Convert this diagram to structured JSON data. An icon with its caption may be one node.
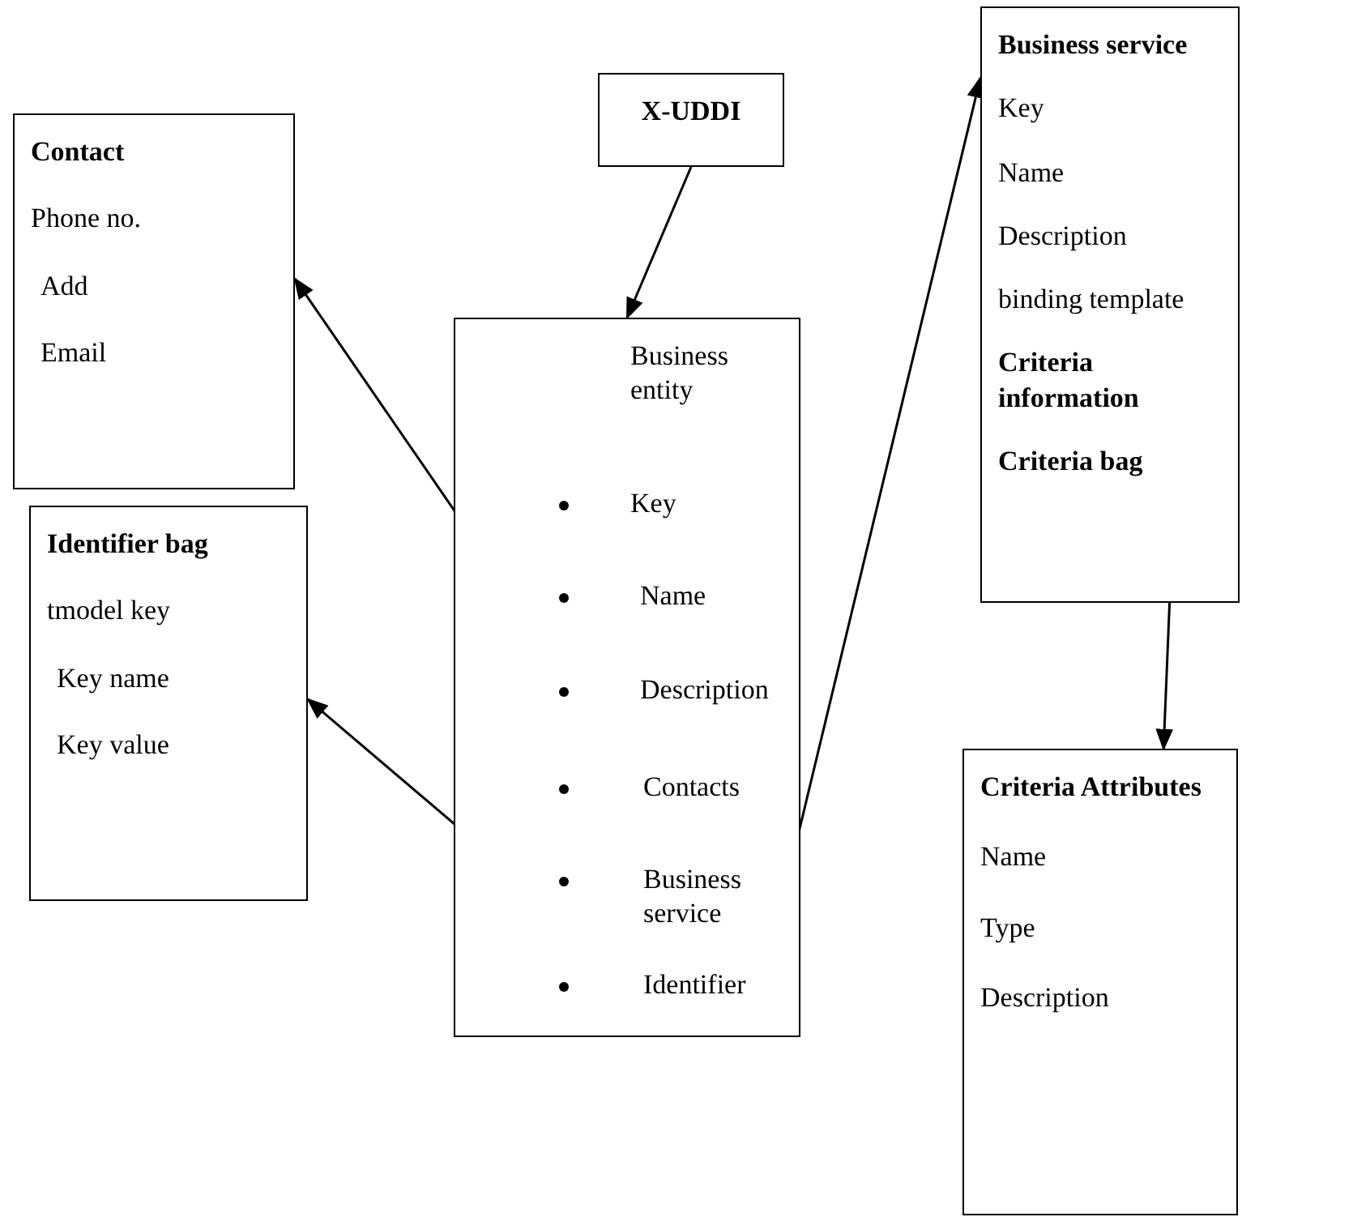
{
  "diagram": {
    "nodes": [
      {
        "text": [
          "Contact",
          "Phone no.",
          "Add",
          "Email"
        ]
      },
      {
        "text": [
          "X-UDDI"
        ]
      },
      {
        "text": [
          "Business service",
          "Key",
          "Name",
          "Description",
          "binding template",
          "Criteria information",
          "Criteria bag"
        ]
      },
      {
        "text": [
          "Business entity",
          "Key",
          "Name",
          "Description"
        ]
      },
      {
        "text": [
          "Contacts"
        ],
        "in": 3
      },
      {
        "text": [
          "Business service"
        ],
        "in": 3
      },
      {
        "text": [
          "Identifier"
        ],
        "in": 3
      },
      {
        "text": [
          "Identifier bag",
          "tmodel key",
          "Key name",
          "Key value"
        ]
      },
      {
        "text": [
          "Criteria Attributes",
          "Name",
          "Type",
          "Description"
        ]
      }
    ],
    "edges": [
      {
        "from": 1,
        "to": 3,
        "arrow": "to"
      },
      {
        "from": 4,
        "to": 0,
        "arrow": "to"
      },
      {
        "from": 5,
        "to": 2,
        "arrow": "to"
      },
      {
        "from": 6,
        "to": 7,
        "arrow": "to"
      },
      {
        "from": 2,
        "to": 8,
        "arrow": "to"
      }
    ]
  }
}
